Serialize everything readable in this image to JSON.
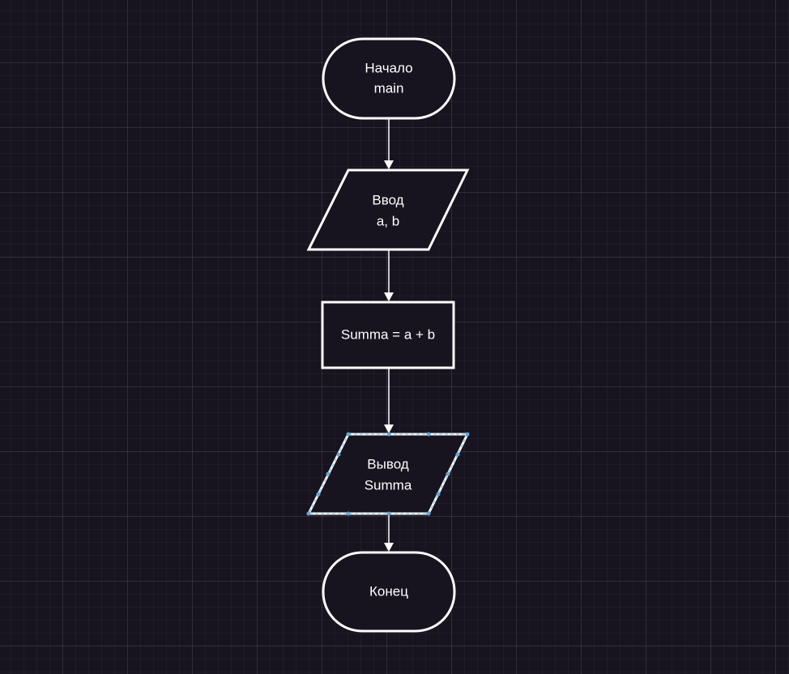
{
  "colors": {
    "background": "#18141f",
    "grid": "#2c2934",
    "stroke": "#ffffff",
    "text": "#ffffff",
    "selection": "#5fa8d8"
  },
  "nodes": {
    "start": {
      "shape": "terminator",
      "line1": "Начало",
      "line2": "main"
    },
    "input": {
      "shape": "parallelogram",
      "line1": "Ввод",
      "line2": "a, b"
    },
    "process": {
      "shape": "rectangle",
      "line1": "Summa = a + b"
    },
    "output": {
      "shape": "parallelogram",
      "line1": "Вывод",
      "line2": "Summa",
      "selected": true
    },
    "end": {
      "shape": "terminator",
      "line1": "Конец"
    }
  },
  "edges": [
    {
      "from": "start",
      "to": "input"
    },
    {
      "from": "input",
      "to": "process"
    },
    {
      "from": "process",
      "to": "output"
    },
    {
      "from": "output",
      "to": "end"
    }
  ]
}
